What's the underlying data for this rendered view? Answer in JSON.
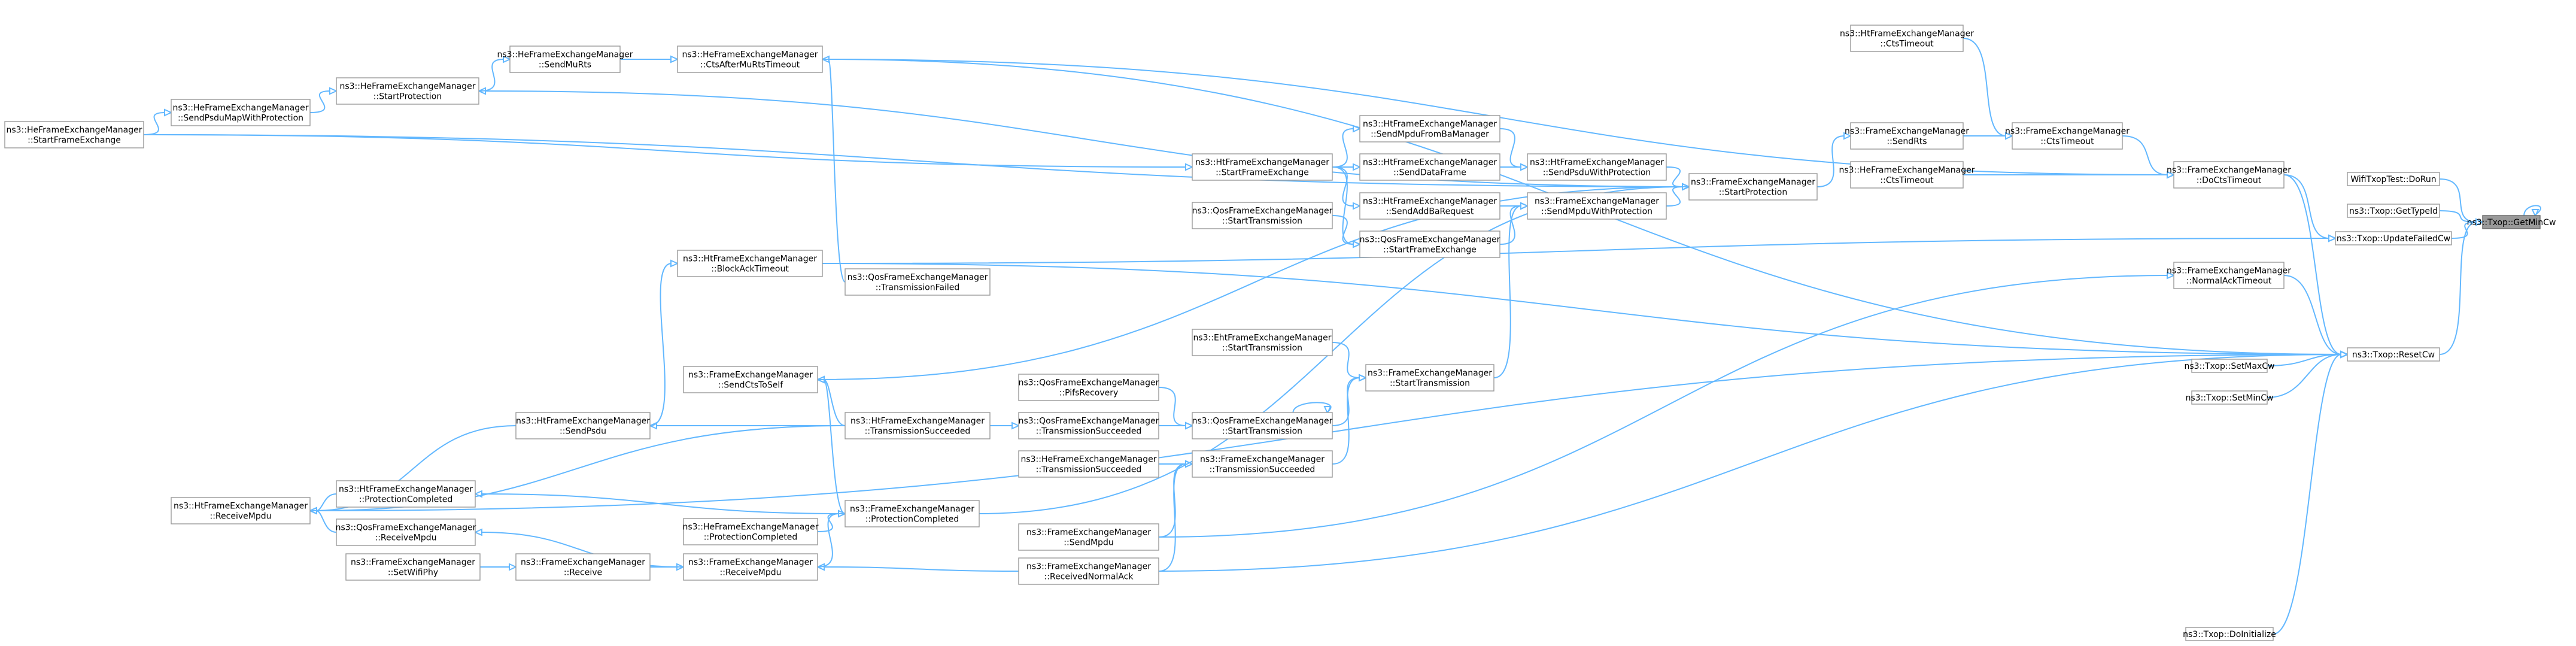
{
  "colors": {
    "edge": "#63b8ff",
    "node_border": "#999999",
    "node_fill": "#ffffff",
    "highlight_fill": "#999999"
  },
  "nodes": [
    {
      "id": "getmincw",
      "lines": [
        "ns3::Txop::GetMinCw"
      ],
      "highlight": true
    },
    {
      "id": "dorun",
      "lines": [
        "WifiTxopTest::DoRun"
      ]
    },
    {
      "id": "gettypeid",
      "lines": [
        "ns3::Txop::GetTypeId"
      ]
    },
    {
      "id": "updatefailedcw",
      "lines": [
        "ns3::Txop::UpdateFailedCw"
      ]
    },
    {
      "id": "resetcw",
      "lines": [
        "ns3::Txop::ResetCw"
      ]
    },
    {
      "id": "setmaxcw",
      "lines": [
        "ns3::Txop::SetMaxCw"
      ]
    },
    {
      "id": "setmincw",
      "lines": [
        "ns3::Txop::SetMinCw"
      ]
    },
    {
      "id": "doinitialize",
      "lines": [
        "ns3::Txop::DoInitialize"
      ]
    },
    {
      "id": "fem_docts",
      "lines": [
        "ns3::FrameExchangeManager",
        "::DoCtsTimeout"
      ]
    },
    {
      "id": "fem_normalack",
      "lines": [
        "ns3::FrameExchangeManager",
        "::NormalAckTimeout"
      ]
    },
    {
      "id": "ht_ctstimeout_top",
      "lines": [
        "ns3::HtFrameExchangeManager",
        "::CtsTimeout"
      ]
    },
    {
      "id": "fem_sendrts",
      "lines": [
        "ns3::FrameExchangeManager",
        "::SendRts"
      ]
    },
    {
      "id": "fem_ctstimeout",
      "lines": [
        "ns3::FrameExchangeManager",
        "::CtsTimeout"
      ]
    },
    {
      "id": "he_ctstimeout",
      "lines": [
        "ns3::HeFrameExchangeManager",
        "::CtsTimeout"
      ]
    },
    {
      "id": "fem_startprot",
      "lines": [
        "ns3::FrameExchangeManager",
        "::StartProtection"
      ]
    },
    {
      "id": "ht_sendpsduwp",
      "lines": [
        "ns3::HtFrameExchangeManager",
        "::SendPsduWithProtection"
      ]
    },
    {
      "id": "fem_sendmpduwp",
      "lines": [
        "ns3::FrameExchangeManager",
        "::SendMpduWithProtection"
      ]
    },
    {
      "id": "ht_sendmpdufromba",
      "lines": [
        "ns3::HtFrameExchangeManager",
        "::SendMpduFromBaManager"
      ]
    },
    {
      "id": "ht_senddata",
      "lines": [
        "ns3::HtFrameExchangeManager",
        "::SendDataFrame"
      ]
    },
    {
      "id": "ht_sendaddba",
      "lines": [
        "ns3::HtFrameExchangeManager",
        "::SendAddBaRequest"
      ]
    },
    {
      "id": "qos_startfe",
      "lines": [
        "ns3::QosFrameExchangeManager",
        "::StartFrameExchange"
      ]
    },
    {
      "id": "ht_startfe",
      "lines": [
        "ns3::HtFrameExchangeManager",
        "::StartFrameExchange"
      ]
    },
    {
      "id": "qos_starttx_mid",
      "lines": [
        "ns3::QosFrameExchangeManager",
        "::StartTransmission"
      ]
    },
    {
      "id": "he_ctsaftermu",
      "lines": [
        "ns3::HeFrameExchangeManager",
        "::CtsAfterMuRtsTimeout"
      ]
    },
    {
      "id": "he_sendmurts",
      "lines": [
        "ns3::HeFrameExchangeManager",
        "::SendMuRts"
      ]
    },
    {
      "id": "he_startprot",
      "lines": [
        "ns3::HeFrameExchangeManager",
        "::StartProtection"
      ]
    },
    {
      "id": "he_sendpsdumap",
      "lines": [
        "ns3::HeFrameExchangeManager",
        "::SendPsduMapWithProtection"
      ]
    },
    {
      "id": "he_startfe",
      "lines": [
        "ns3::HeFrameExchangeManager",
        "::StartFrameExchange"
      ]
    },
    {
      "id": "ht_blockack",
      "lines": [
        "ns3::HtFrameExchangeManager",
        "::BlockAckTimeout"
      ]
    },
    {
      "id": "qos_txfailed",
      "lines": [
        "ns3::QosFrameExchangeManager",
        "::TransmissionFailed"
      ]
    },
    {
      "id": "fem_sendctstoself",
      "lines": [
        "ns3::FrameExchangeManager",
        "::SendCtsToSelf"
      ]
    },
    {
      "id": "eht_starttx",
      "lines": [
        "ns3::EhtFrameExchangeManager",
        "::StartTransmission"
      ]
    },
    {
      "id": "fem_starttx",
      "lines": [
        "ns3::FrameExchangeManager",
        "::StartTransmission"
      ]
    },
    {
      "id": "qos_pifs",
      "lines": [
        "ns3::QosFrameExchangeManager",
        "::PifsRecovery"
      ]
    },
    {
      "id": "qos_starttx_low",
      "lines": [
        "ns3::QosFrameExchangeManager",
        "::StartTransmission"
      ]
    },
    {
      "id": "qos_txsucc",
      "lines": [
        "ns3::QosFrameExchangeManager",
        "::TransmissionSucceeded"
      ]
    },
    {
      "id": "ht_txsucc",
      "lines": [
        "ns3::HtFrameExchangeManager",
        "::TransmissionSucceeded"
      ]
    },
    {
      "id": "ht_sendpsdu",
      "lines": [
        "ns3::HtFrameExchangeManager",
        "::SendPsdu"
      ]
    },
    {
      "id": "he_txsucc",
      "lines": [
        "ns3::HeFrameExchangeManager",
        "::TransmissionSucceeded"
      ]
    },
    {
      "id": "fem_txsucc",
      "lines": [
        "ns3::FrameExchangeManager",
        "::TransmissionSucceeded"
      ]
    },
    {
      "id": "fem_protcomp",
      "lines": [
        "ns3::FrameExchangeManager",
        "::ProtectionCompleted"
      ]
    },
    {
      "id": "ht_protcomp",
      "lines": [
        "ns3::HtFrameExchangeManager",
        "::ProtectionCompleted"
      ]
    },
    {
      "id": "he_protcomp",
      "lines": [
        "ns3::HeFrameExchangeManager",
        "::ProtectionCompleted"
      ]
    },
    {
      "id": "fem_sendmpdu",
      "lines": [
        "ns3::FrameExchangeManager",
        "::SendMpdu"
      ]
    },
    {
      "id": "ht_receivempdu",
      "lines": [
        "ns3::HtFrameExchangeManager",
        "::ReceiveMpdu"
      ]
    },
    {
      "id": "qos_receivempdu",
      "lines": [
        "ns3::QosFrameExchangeManager",
        "::ReceiveMpdu"
      ]
    },
    {
      "id": "fem_receivempdu",
      "lines": [
        "ns3::FrameExchangeManager",
        "::ReceiveMpdu"
      ]
    },
    {
      "id": "fem_receive",
      "lines": [
        "ns3::FrameExchangeManager",
        "::Receive"
      ]
    },
    {
      "id": "fem_setwifiphy",
      "lines": [
        "ns3::FrameExchangeManager",
        "::SetWifiPhy"
      ]
    },
    {
      "id": "fem_recvnormalack",
      "lines": [
        "ns3::FrameExchangeManager",
        "::ReceivedNormalAck"
      ]
    }
  ],
  "edges": [
    [
      "dorun",
      "getmincw"
    ],
    [
      "gettypeid",
      "getmincw"
    ],
    [
      "updatefailedcw",
      "getmincw"
    ],
    [
      "resetcw",
      "getmincw"
    ],
    [
      "getmincw",
      "getmincw"
    ],
    [
      "fem_docts",
      "updatefailedcw"
    ],
    [
      "fem_ctstimeout",
      "fem_docts"
    ],
    [
      "ht_ctstimeout_top",
      "fem_ctstimeout"
    ],
    [
      "fem_sendrts",
      "fem_ctstimeout"
    ],
    [
      "he_ctstimeout",
      "fem_docts"
    ],
    [
      "fem_startprot",
      "fem_sendrts"
    ],
    [
      "ht_sendpsduwp",
      "fem_startprot"
    ],
    [
      "fem_sendmpduwp",
      "fem_startprot"
    ],
    [
      "ht_sendmpdufromba",
      "ht_sendpsduwp"
    ],
    [
      "ht_senddata",
      "ht_sendpsduwp"
    ],
    [
      "ht_sendaddba",
      "fem_sendmpduwp"
    ],
    [
      "qos_startfe",
      "fem_sendmpduwp"
    ],
    [
      "ht_startfe",
      "ht_sendmpdufromba"
    ],
    [
      "ht_startfe",
      "ht_senddata"
    ],
    [
      "ht_startfe",
      "ht_sendaddba"
    ],
    [
      "ht_startfe",
      "qos_startfe"
    ],
    [
      "he_startfe",
      "ht_startfe"
    ],
    [
      "qos_starttx_mid",
      "qos_startfe"
    ],
    [
      "he_ctsaftermu",
      "fem_docts"
    ],
    [
      "he_sendmurts",
      "he_ctsaftermu"
    ],
    [
      "he_startprot",
      "he_sendmurts"
    ],
    [
      "he_sendpsdumap",
      "he_startprot"
    ],
    [
      "he_startfe",
      "he_sendpsdumap"
    ],
    [
      "ht_blockack",
      "updatefailedcw"
    ],
    [
      "fem_normalack",
      "resetcw"
    ],
    [
      "ht_blockack",
      "resetcw"
    ],
    [
      "fem_docts",
      "resetcw"
    ],
    [
      "he_ctsaftermu",
      "resetcw"
    ],
    [
      "setmaxcw",
      "resetcw"
    ],
    [
      "setmincw",
      "resetcw"
    ],
    [
      "doinitialize",
      "resetcw"
    ],
    [
      "fem_sendmpdu",
      "fem_normalack"
    ],
    [
      "ht_sendpsdu",
      "ht_blockack"
    ],
    [
      "qos_txfailed",
      "he_ctsaftermu"
    ],
    [
      "fem_sendctstoself",
      "fem_startprot"
    ],
    [
      "fem_starttx",
      "fem_sendmpduwp"
    ],
    [
      "eht_starttx",
      "fem_starttx"
    ],
    [
      "qos_starttx_low",
      "fem_starttx"
    ],
    [
      "qos_pifs",
      "qos_starttx_low"
    ],
    [
      "qos_txsucc",
      "qos_starttx_low"
    ],
    [
      "qos_starttx_low",
      "qos_starttx_low"
    ],
    [
      "fem_txsucc",
      "fem_starttx"
    ],
    [
      "ht_txsucc",
      "qos_txsucc"
    ],
    [
      "ht_txsucc",
      "fem_sendctstoself"
    ],
    [
      "he_txsucc",
      "fem_txsucc"
    ],
    [
      "fem_protcomp",
      "fem_sendctstoself"
    ],
    [
      "fem_protcomp",
      "ht_protcomp"
    ],
    [
      "fem_protcomp",
      "fem_startprot"
    ],
    [
      "fem_sendmpdu",
      "fem_txsucc"
    ],
    [
      "he_protcomp",
      "fem_protcomp"
    ],
    [
      "fem_receivempdu",
      "fem_protcomp"
    ],
    [
      "ht_protcomp",
      "ht_receivempdu"
    ],
    [
      "ht_sendpsdu",
      "ht_receivempdu"
    ],
    [
      "ht_txsucc",
      "ht_receivempdu"
    ],
    [
      "fem_recvnormalack",
      "fem_receivempdu"
    ],
    [
      "fem_recvnormalack",
      "fem_txsucc"
    ],
    [
      "qos_receivempdu",
      "ht_receivempdu"
    ],
    [
      "fem_receivempdu",
      "qos_receivempdu"
    ],
    [
      "fem_receive",
      "fem_receivempdu"
    ],
    [
      "fem_setwifiphy",
      "fem_receive"
    ],
    [
      "ht_txsucc",
      "ht_sendpsdu"
    ],
    [
      "fem_startprot",
      "he_startprot"
    ],
    [
      "he_startfe",
      "fem_startprot"
    ],
    [
      "fem_recvnormalack",
      "resetcw"
    ],
    [
      "ht_receivempdu",
      "resetcw"
    ]
  ]
}
